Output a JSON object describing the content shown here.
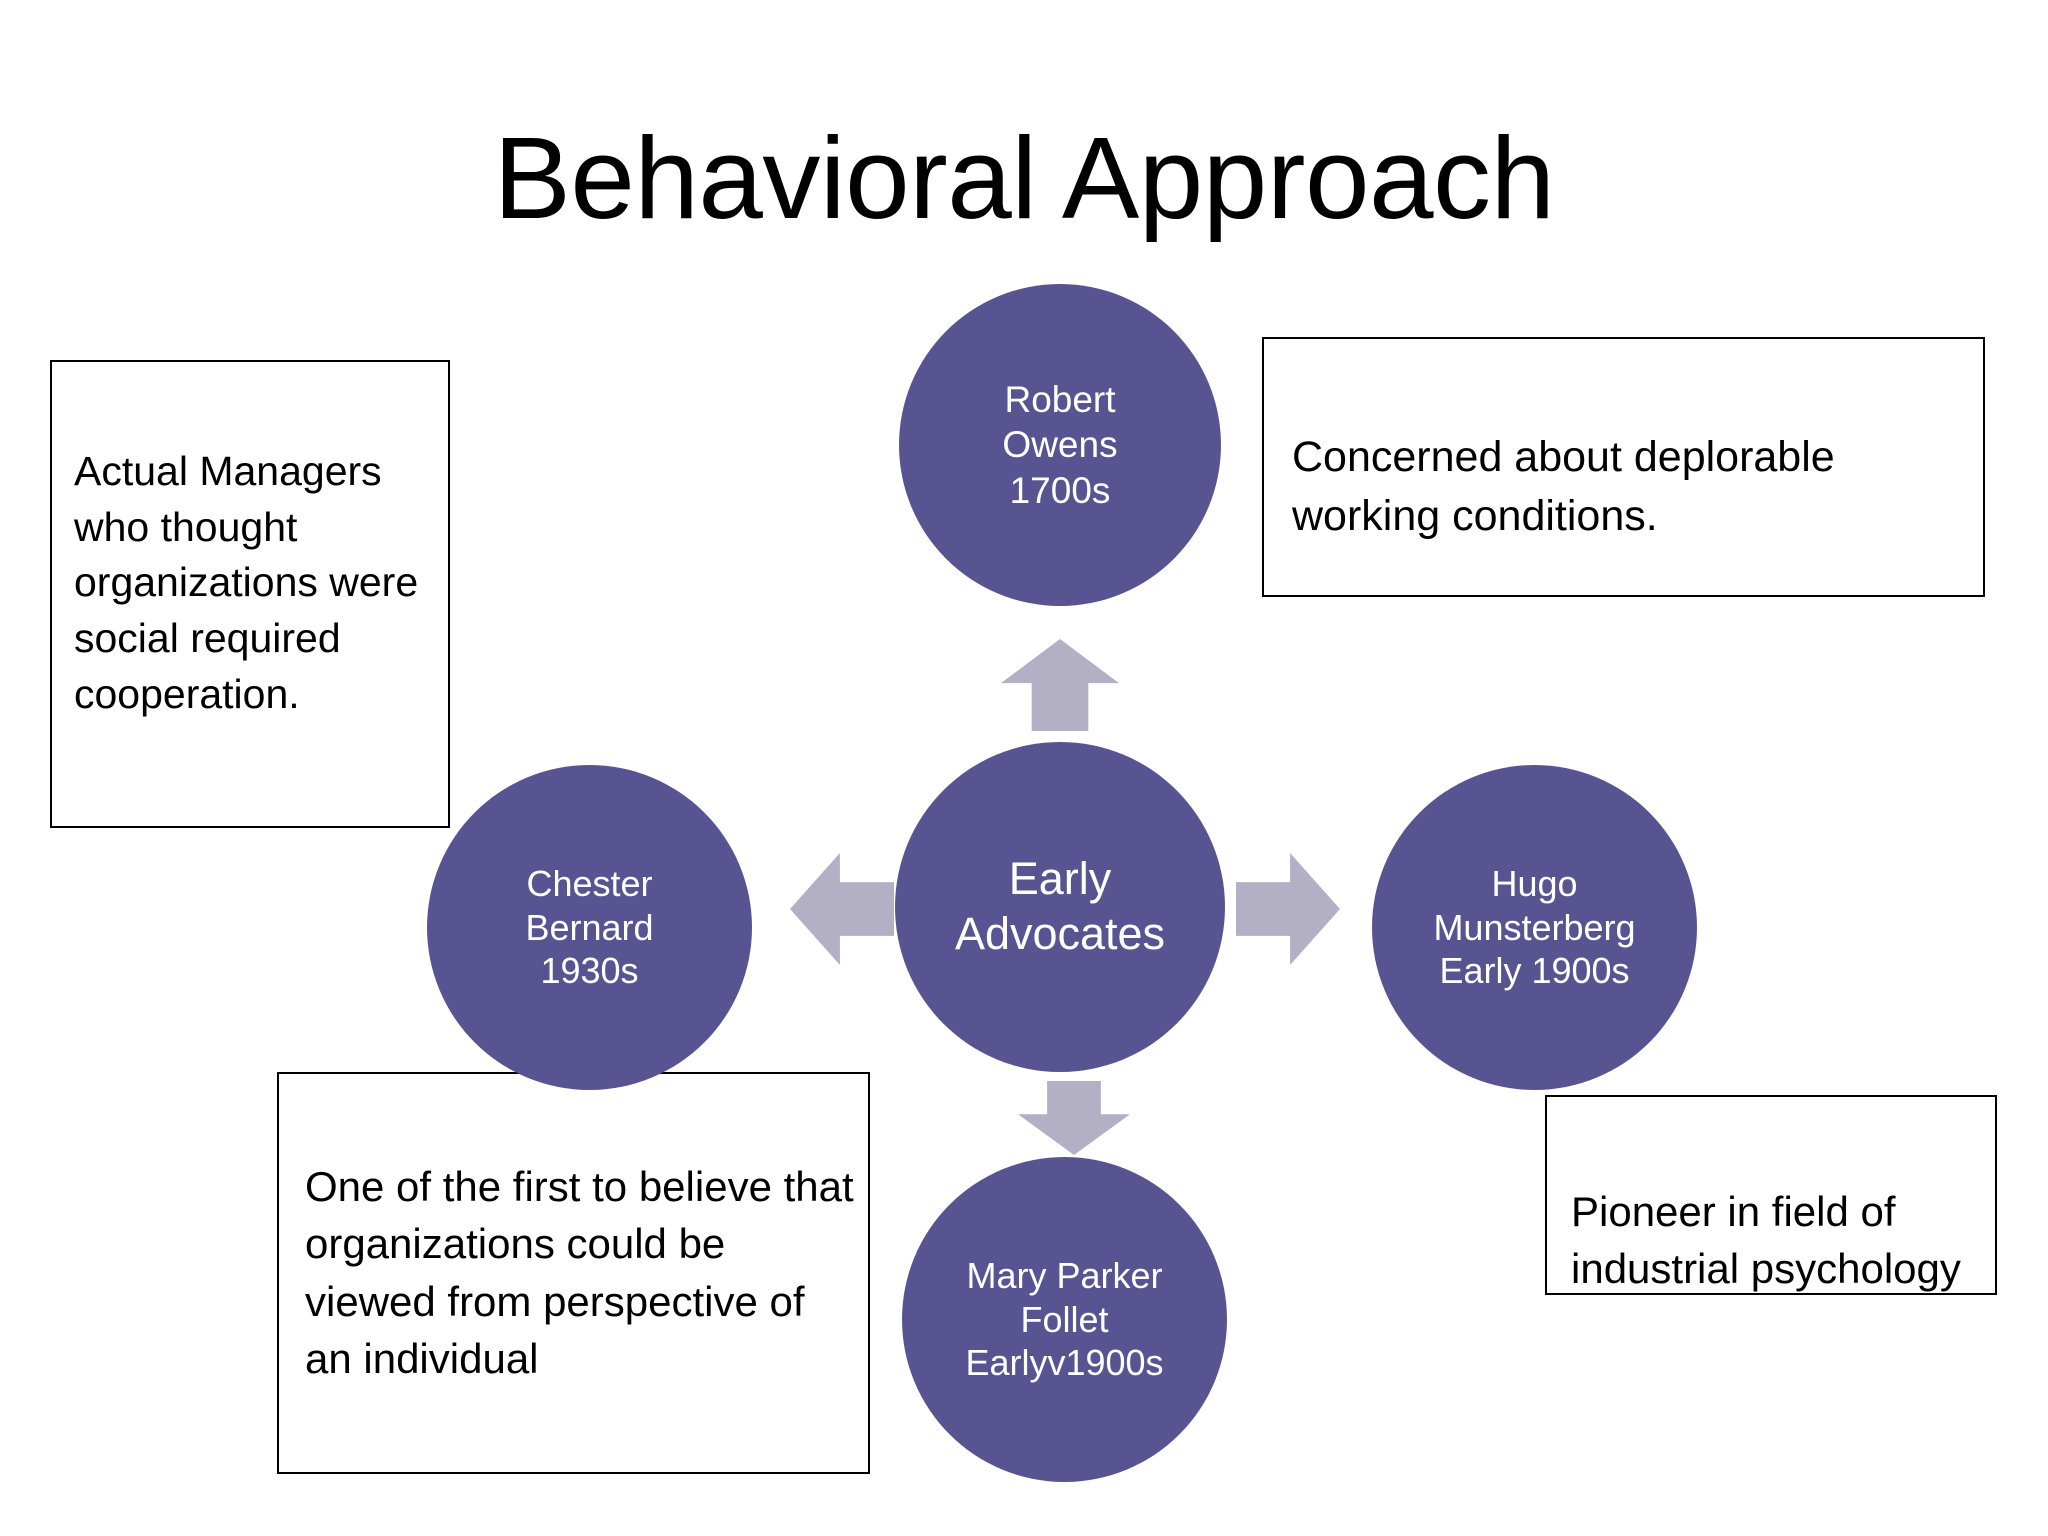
{
  "slide": {
    "title": "Behavioral Approach",
    "background_color": "#ffffff",
    "circle_fill": "#585492",
    "circle_text_color": "#ffffff",
    "arrow_fill": "#b3b0c6",
    "box_border_color": "#000000",
    "box_text_color": "#000000"
  },
  "diagram": {
    "center": {
      "id": "early-advocates",
      "label": "Early\nAdvocates"
    },
    "nodes": [
      {
        "id": "robert-owens",
        "position": "top",
        "label": "Robert\nOwens\n1700s",
        "name": "Robert Owens",
        "era": "1700s"
      },
      {
        "id": "hugo-munsterberg",
        "position": "right",
        "label": "Hugo\nMunsterberg\nEarly 1900s",
        "name": "Hugo Munsterberg",
        "era": "Early 1900s"
      },
      {
        "id": "mary-parker-follet",
        "position": "bottom",
        "label": "Mary Parker\nFollet\nEarlyv1900s",
        "name": "Mary Parker Follet",
        "era": "Earlyv1900s"
      },
      {
        "id": "chester-bernard",
        "position": "left",
        "label": "Chester\nBernard\n1930s",
        "name": "Chester Bernard",
        "era": "1930s"
      }
    ],
    "arrows": [
      {
        "id": "arrow-up",
        "direction": "up",
        "from": "early-advocates",
        "to": "robert-owens"
      },
      {
        "id": "arrow-right",
        "direction": "right",
        "from": "early-advocates",
        "to": "hugo-munsterberg"
      },
      {
        "id": "arrow-down",
        "direction": "down",
        "from": "early-advocates",
        "to": "mary-parker-follet"
      },
      {
        "id": "arrow-left",
        "direction": "left",
        "from": "early-advocates",
        "to": "chester-bernard"
      }
    ]
  },
  "callouts": {
    "left": {
      "id": "callout-chester-bernard-role",
      "text": "Actual Managers who thought organizations were social required cooperation."
    },
    "top_right": {
      "id": "callout-robert-owens",
      "text": "Concerned about deplorable working conditions."
    },
    "bottom_left": {
      "id": "callout-chester-bernard",
      "text": "One of the first to believe that organizations could be viewed  from perspective of an individual"
    },
    "bottom_right": {
      "id": "callout-hugo-munsterberg",
      "text": "Pioneer in field of industrial psychology"
    }
  }
}
